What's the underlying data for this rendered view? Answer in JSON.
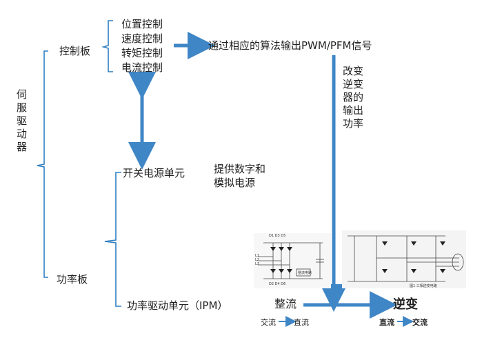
{
  "root": "伺服驱动器",
  "control_board": {
    "label": "控制板",
    "items": [
      "位置控制",
      "速度控制",
      "转矩控制",
      "电流控制"
    ]
  },
  "algorithm_output": "通过相应的算法输出PWM/PFM信号",
  "inverter_note": "改变逆变器的输出功率",
  "power_board": {
    "label": "功率板",
    "switch_psu": "开关电源单元",
    "psu_note_line1": "提供数字和",
    "psu_note_line2": "模拟电源",
    "ipm": "功率驱动单元（IPM）"
  },
  "rectifier": {
    "label": "整流",
    "from": "交流",
    "to": "直流"
  },
  "inverter": {
    "label": "逆变",
    "from": "直流",
    "to": "交流"
  },
  "circuit_labels": {
    "diodes_top": "D1 D3 D5",
    "diodes_bottom": "D2 D4 D6",
    "phases": [
      "L1",
      "L2",
      "L3"
    ],
    "box": "整流电路",
    "caption": "图1 三相逆变电路"
  },
  "colors": {
    "bracket": "#2f7fc1",
    "arrow": "#3f86c6",
    "text": "#222222"
  }
}
